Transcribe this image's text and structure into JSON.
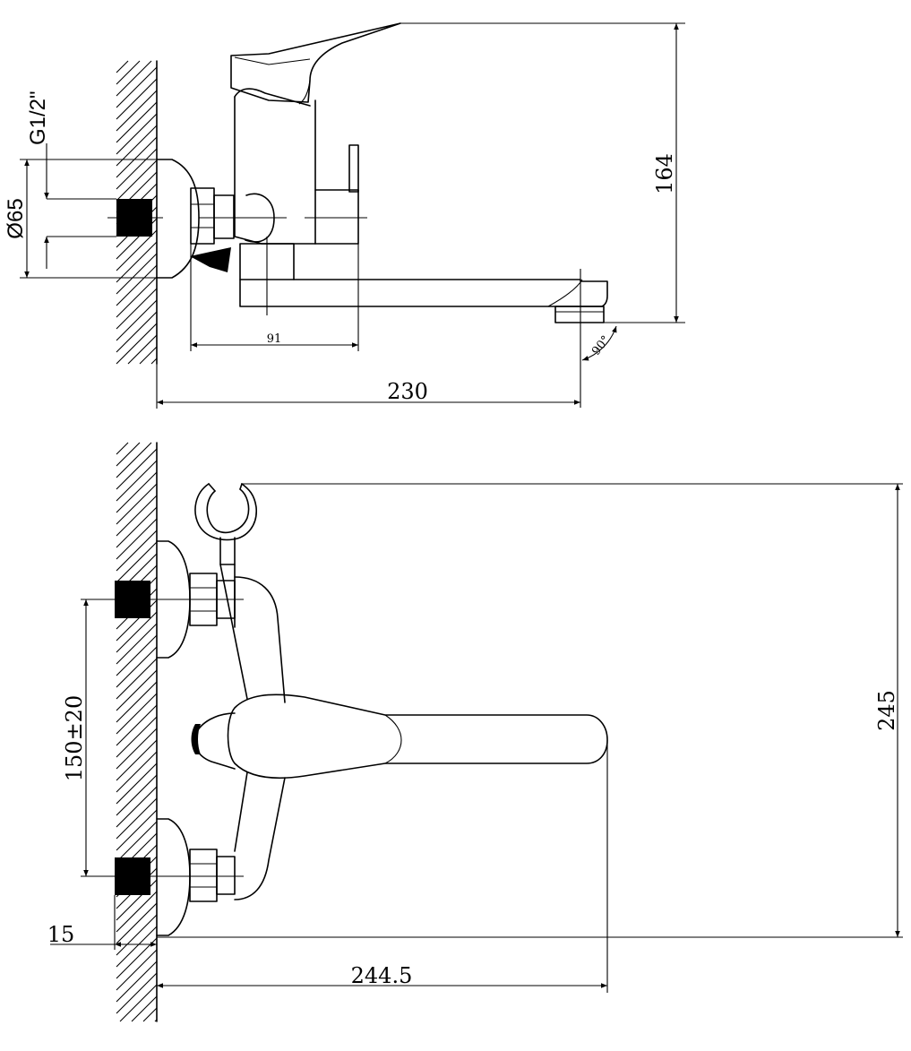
{
  "colors": {
    "ink": "#000000",
    "paper": "#ffffff"
  },
  "side_view": {
    "thread_label": "G1/2\"",
    "flange_diameter": "Ø65",
    "body_depth": "91",
    "height": "164",
    "spout_length": "230",
    "outlet_angle": "90°"
  },
  "front_view": {
    "centres": "150±20",
    "total_height": "245",
    "spout_reach": "244.5",
    "wall_offset": "15"
  }
}
